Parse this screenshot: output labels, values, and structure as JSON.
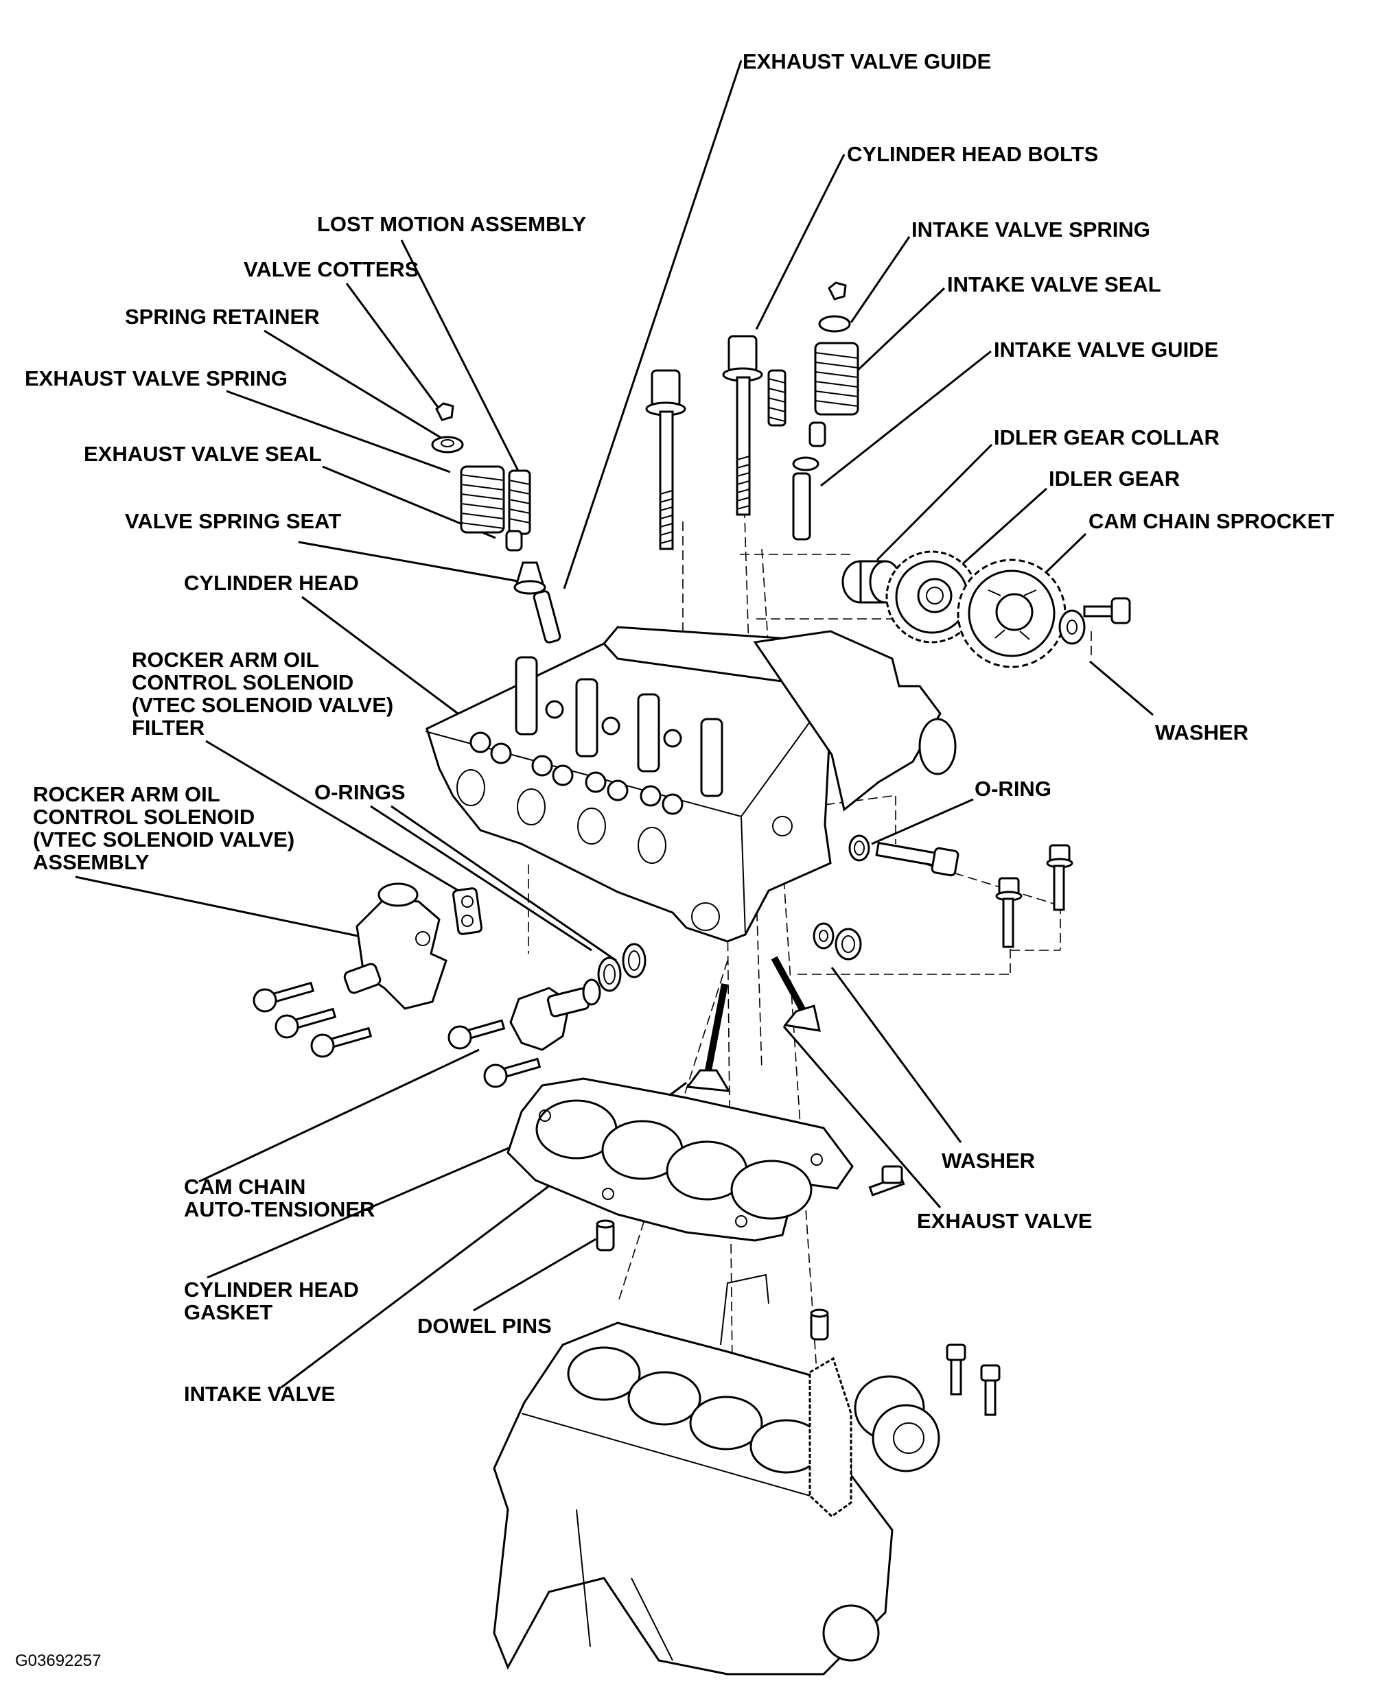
{
  "labels": {
    "exhaust_valve_guide": "EXHAUST VALVE GUIDE",
    "cylinder_head_bolts": "CYLINDER HEAD BOLTS",
    "lost_motion_assembly": "LOST MOTION ASSEMBLY",
    "intake_valve_spring": "INTAKE VALVE SPRING",
    "valve_cotters": "VALVE COTTERS",
    "intake_valve_seal": "INTAKE VALVE SEAL",
    "spring_retainer": "SPRING RETAINER",
    "intake_valve_guide": "INTAKE VALVE GUIDE",
    "exhaust_valve_spring": "EXHAUST VALVE SPRING",
    "idler_gear_collar": "IDLER GEAR COLLAR",
    "exhaust_valve_seal": "EXHAUST VALVE SEAL",
    "idler_gear": "IDLER GEAR",
    "valve_spring_seat": "VALVE SPRING SEAT",
    "cam_chain_sprocket": "CAM CHAIN SPROCKET",
    "cylinder_head": "CYLINDER HEAD",
    "solenoid_filter": [
      "ROCKER ARM OIL",
      "CONTROL SOLENOID",
      "(VTEC SOLENOID VALVE)",
      "FILTER"
    ],
    "washer_top": "WASHER",
    "o_rings": "O-RINGS",
    "o_ring": "O-RING",
    "solenoid_assembly": [
      "ROCKER ARM OIL",
      "CONTROL SOLENOID",
      "(VTEC SOLENOID VALVE)",
      "ASSEMBLY"
    ],
    "washer_bottom": "WASHER",
    "cam_chain_auto_tensioner": [
      "CAM CHAIN",
      "AUTO-TENSIONER"
    ],
    "exhaust_valve": "EXHAUST VALVE",
    "cylinder_head_gasket": [
      "CYLINDER HEAD",
      "GASKET"
    ],
    "dowel_pins": "DOWEL PINS",
    "intake_valve": "INTAKE VALVE"
  },
  "figure_code": "G03692257"
}
